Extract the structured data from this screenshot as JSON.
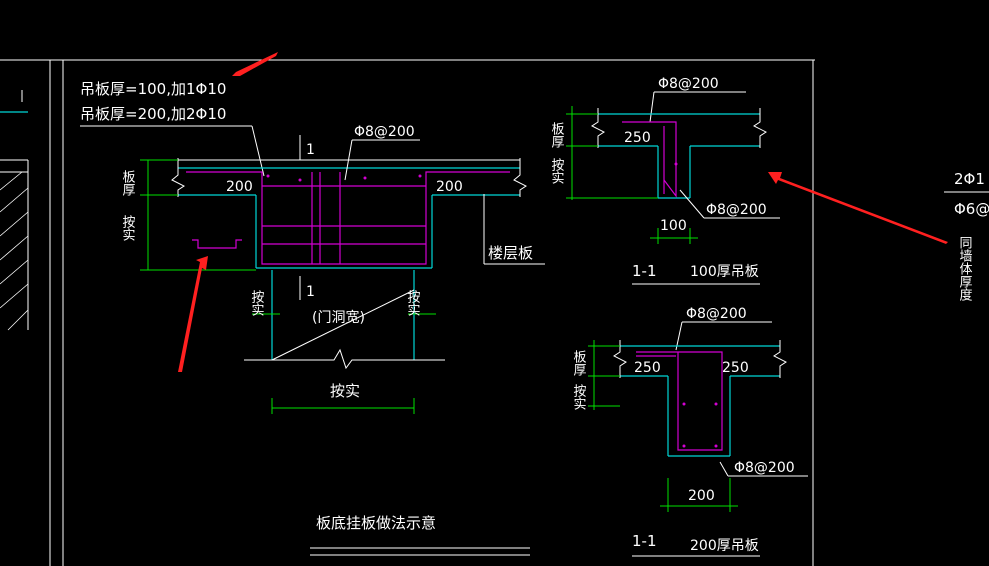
{
  "title": "板底挂板做法示意",
  "notes": {
    "line1": "吊板厚=100,加1Φ10",
    "line2": "吊板厚=200,加2Φ10"
  },
  "main_detail": {
    "rebar_top": "Φ8@200",
    "left_dim": "200",
    "right_dim": "200",
    "section_mark_top": "1",
    "section_mark_bottom": "1",
    "floor_slab": "楼层板",
    "slab_thickness": "板厚",
    "as_actual": "按实",
    "as_actual_left": "按实",
    "as_actual_right": "按实",
    "door_width": "(门洞宽)",
    "as_actual_bottom": "按实"
  },
  "section_100": {
    "rebar_top": "Φ8@200",
    "dim_250": "250",
    "slab_thickness": "板厚",
    "as_actual": "按实",
    "rebar_bottom": "Φ8@200",
    "dim_width": "100",
    "section_label": "1-1",
    "caption": "100厚吊板"
  },
  "section_200": {
    "rebar_top": "Φ8@200",
    "dim_left": "250",
    "dim_right": "250",
    "slab_thickness": "板厚",
    "as_actual": "按实",
    "rebar_bottom": "Φ8@200",
    "dim_width": "200",
    "section_label": "1-1",
    "caption": "200厚吊板"
  },
  "right_edge": {
    "text_top": "2Φ1",
    "text_mid": "Φ6@",
    "text_vertical": "同墙体厚度"
  }
}
